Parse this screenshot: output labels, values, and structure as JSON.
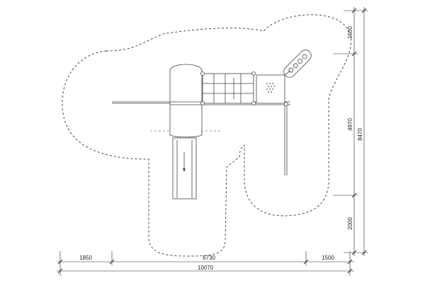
{
  "dimensions": {
    "bottom_segments": [
      "1850",
      "6730",
      "1500"
    ],
    "bottom_total": "10070",
    "right_segments": [
      "1500",
      "4970",
      "2000"
    ],
    "right_total": "8470"
  }
}
